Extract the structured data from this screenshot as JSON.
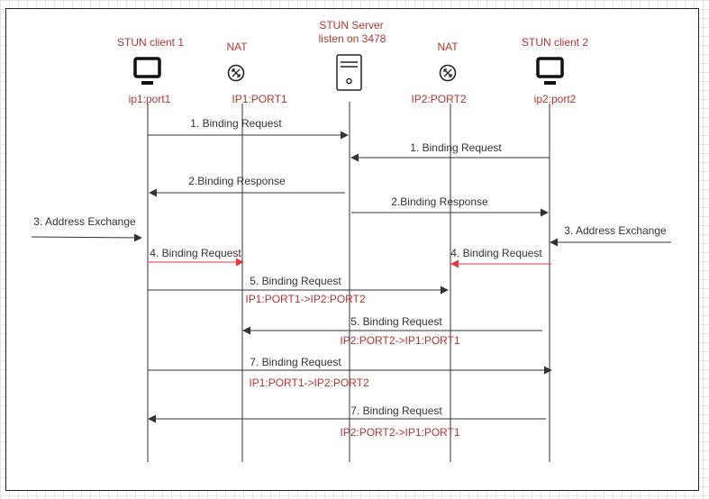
{
  "participants": {
    "client1": {
      "title": "STUN client 1",
      "addr": "ip1:port1",
      "icon": "monitor-icon"
    },
    "nat1": {
      "title": "NAT",
      "addr": "IP1:PORT1",
      "icon": "router-icon"
    },
    "server": {
      "title_line1": "STUN Server",
      "title_line2": "listen on 3478",
      "icon": "server-icon"
    },
    "nat2": {
      "title": "NAT",
      "addr": "IP2:PORT2",
      "icon": "router-icon"
    },
    "client2": {
      "title": "STUN client 2",
      "addr": "ip2:port2",
      "icon": "monitor-icon"
    }
  },
  "messages": [
    {
      "id": "m1a",
      "label": "1. Binding Request",
      "color": "#333333"
    },
    {
      "id": "m1b",
      "label": "1. Binding Request",
      "color": "#333333"
    },
    {
      "id": "m2a",
      "label": "2.Binding Response",
      "color": "#333333"
    },
    {
      "id": "m2b",
      "label": "2.Binding Response",
      "color": "#333333"
    },
    {
      "id": "m3a",
      "label": "3. Address Exchange",
      "color": "#333333"
    },
    {
      "id": "m3b",
      "label": "3. Address Exchange",
      "color": "#333333"
    },
    {
      "id": "m4a",
      "label": "4. Binding Request",
      "color": "#e0393e"
    },
    {
      "id": "m4b",
      "label": "4. Binding Request",
      "color": "#e0393e"
    },
    {
      "id": "m5a",
      "label": "5. Binding Request",
      "sub": "IP1:PORT1->IP2:PORT2",
      "color": "#333333"
    },
    {
      "id": "m5b",
      "label": "5. Binding Request",
      "sub": "IP2:PORT2->IP1:PORT1",
      "color": "#333333"
    },
    {
      "id": "m7a",
      "label": "7. Binding Request",
      "sub": "IP1:PORT1->IP2:PORT2",
      "color": "#333333"
    },
    {
      "id": "m7b",
      "label": "7. Binding Request",
      "sub": "IP2:PORT2->IP1:PORT1",
      "color": "#333333"
    }
  ],
  "colors": {
    "accent_red": "#b5352f",
    "arrow_red": "#e0393e",
    "line": "#333333"
  }
}
